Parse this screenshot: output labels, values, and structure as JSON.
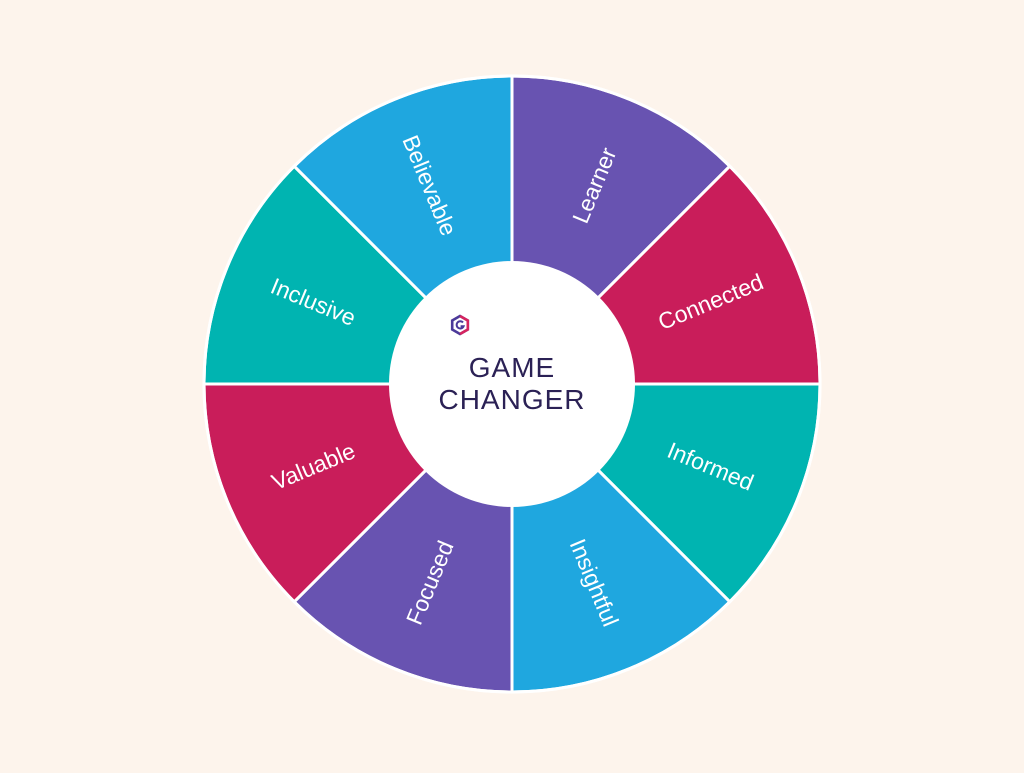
{
  "diagram": {
    "type": "segmented-wheel",
    "center": {
      "title_line1": "GAME",
      "title_line2": "CHANGER",
      "logo": "hexagon-g-logo-icon",
      "title_color": "#2b2155"
    },
    "colors": {
      "background": "#fdf4ec",
      "purple": "#6853b1",
      "crimson": "#c91d5a",
      "teal": "#00b4b1",
      "blue": "#1fa7df",
      "divider": "#ffffff"
    },
    "segments": [
      {
        "label": "Learner",
        "color": "#6853b1"
      },
      {
        "label": "Connected",
        "color": "#c91d5a"
      },
      {
        "label": "Informed",
        "color": "#00b4b1"
      },
      {
        "label": "Insightful",
        "color": "#1fa7df"
      },
      {
        "label": "Focused",
        "color": "#6853b1"
      },
      {
        "label": "Valuable",
        "color": "#c91d5a"
      },
      {
        "label": "Inclusive",
        "color": "#00b4b1"
      },
      {
        "label": "Believable",
        "color": "#1fa7df"
      }
    ]
  }
}
